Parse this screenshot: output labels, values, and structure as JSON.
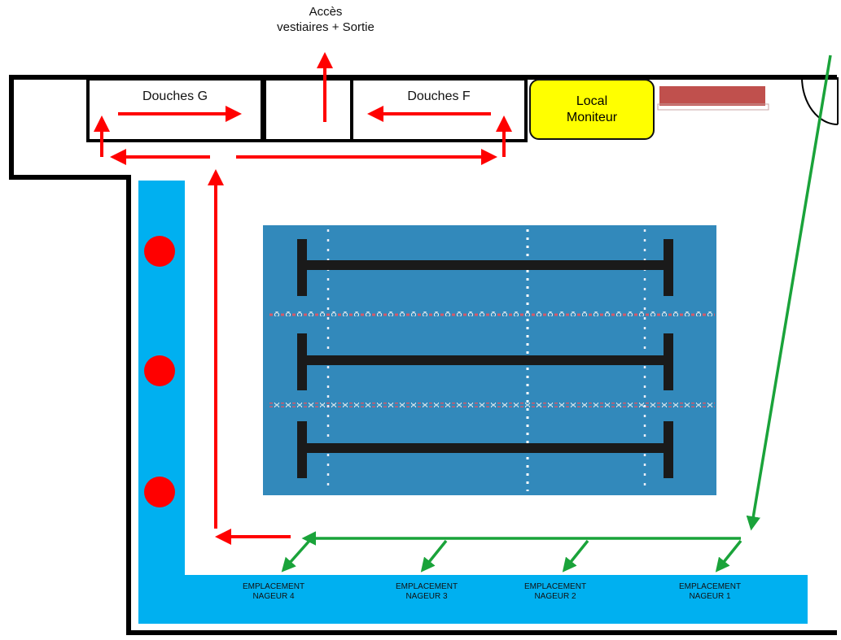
{
  "labels": {
    "acces_line1": "Accès",
    "acces_line2": "vestiaires + Sortie",
    "douches_g": "Douches G",
    "douches_f": "Douches F",
    "local_line1": "Local",
    "local_line2": "Moniteur"
  },
  "emplacements": [
    {
      "line1": "EMPLACEMENT",
      "line2": "NAGEUR 4"
    },
    {
      "line1": "EMPLACEMENT",
      "line2": "NAGEUR 3"
    },
    {
      "line1": "EMPLACEMENT",
      "line2": "NAGEUR 2"
    },
    {
      "line1": "EMPLACEMENT",
      "line2": "NAGEUR 1"
    }
  ],
  "colors": {
    "wall": "#000000",
    "flow_in": "#ff0000",
    "flow_green": "#1aa33a",
    "deck": "#00b0f0",
    "pool": "#2f86b8",
    "marker": "#ff0000",
    "local_moniteur": "#ffff00",
    "bench": "#c0504d"
  },
  "pool": {
    "lanes": 3,
    "lane_ropes": 2
  }
}
